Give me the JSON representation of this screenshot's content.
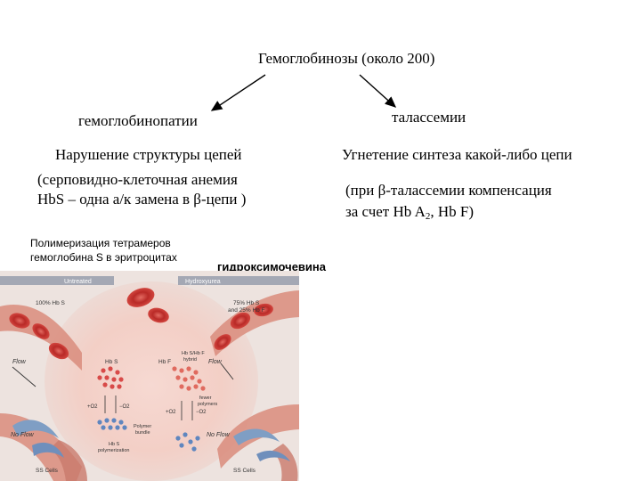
{
  "title": "Гемоглобинозы (около 200)",
  "left_branch": {
    "heading": "гемоглобинопатии",
    "line1": "Нарушение структуры цепей",
    "line2": "(серповидно-клеточная анемия",
    "line3": "HbS – одна а/к замена в β-цепи )"
  },
  "right_branch": {
    "heading": "талассемии",
    "line1": "Угнетение синтеза какой-либо цепи",
    "line2": "(при β-талассемии компенсация",
    "line3_pre": "за счет Hb A",
    "line3_sub": "2",
    "line3_post": ", Hb F)"
  },
  "polymerization": {
    "line1": "Полимеризация тетрамеров",
    "line2": "гемоглобина S в эритроцитах"
  },
  "treatment_label": "гидроксимочевина",
  "figure": {
    "untreated": "Untreated",
    "hydroxyurea": "Hydroxyurea",
    "hbs_100": "100% Hb S",
    "hbs_75_1": "75% Hb S",
    "hbs_75_2": "and 25% Hb F",
    "flow_left": "Flow",
    "flow_right": "Flow",
    "no_flow_left": "No Flow",
    "no_flow_right": "No Flow",
    "hb_s": "Hb S",
    "hb_f": "Hb F",
    "hbs_hbf_1": "Hb S/Hb F",
    "hbs_hbf_2": "hybrid",
    "fewer_1": "fewer",
    "fewer_2": "polymers",
    "o2_plus": "+O2",
    "o2_minus": "−O2",
    "polymer_1": "Polymer",
    "polymer_2": "bundle",
    "hbs_poly_1": "Hb S",
    "hbs_poly_2": "polymerization",
    "ss_cells_left": "SS Cells",
    "ss_cells_right": "SS Cells"
  },
  "colors": {
    "background": "#ffffff",
    "figure_bg": "#f3d6cf",
    "blood_cell": "#c42f2a",
    "vessel": "#d98c7c",
    "sickle_cell": "#7f9ec4",
    "dots_red": "#d84a48",
    "dots_blue": "#5f86bf"
  }
}
